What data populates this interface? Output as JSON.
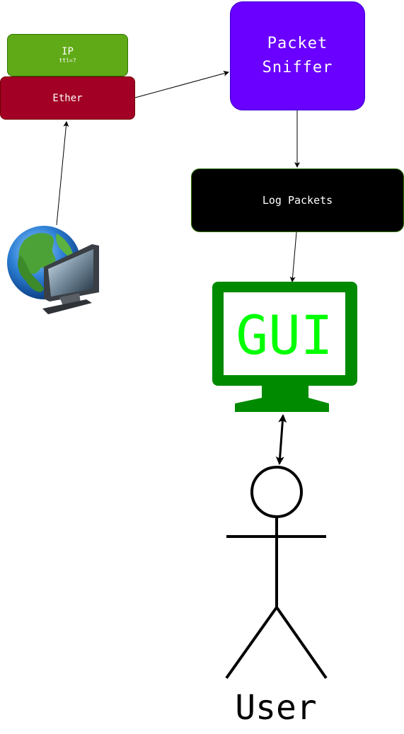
{
  "nodes": {
    "ip": {
      "label": "IP",
      "sublabel": "ttl=?",
      "color": "#60a917"
    },
    "ether": {
      "label": "Ether",
      "color": "#a20025"
    },
    "packet_sniffer": {
      "label_line1": "Packet",
      "label_line2": "Sniffer",
      "color": "#6a00ff"
    },
    "log_packets": {
      "label": "Log Packets",
      "color": "#000000"
    },
    "gui": {
      "label": "GUI",
      "monitor_color": "#008a00",
      "text_color": "#00ff00"
    },
    "user": {
      "label": "User"
    }
  },
  "icons": {
    "network_computer": "globe-computer-icon",
    "monitor": "monitor-icon",
    "actor": "stick-figure-icon"
  },
  "edges": [
    {
      "from": "network_computer",
      "to": "ether",
      "style": "arrow"
    },
    {
      "from": "ether",
      "to": "packet_sniffer",
      "style": "arrow"
    },
    {
      "from": "packet_sniffer",
      "to": "log_packets",
      "style": "arrow"
    },
    {
      "from": "log_packets",
      "to": "gui",
      "style": "arrow"
    },
    {
      "from": "gui",
      "to": "user",
      "style": "bidirectional"
    }
  ]
}
